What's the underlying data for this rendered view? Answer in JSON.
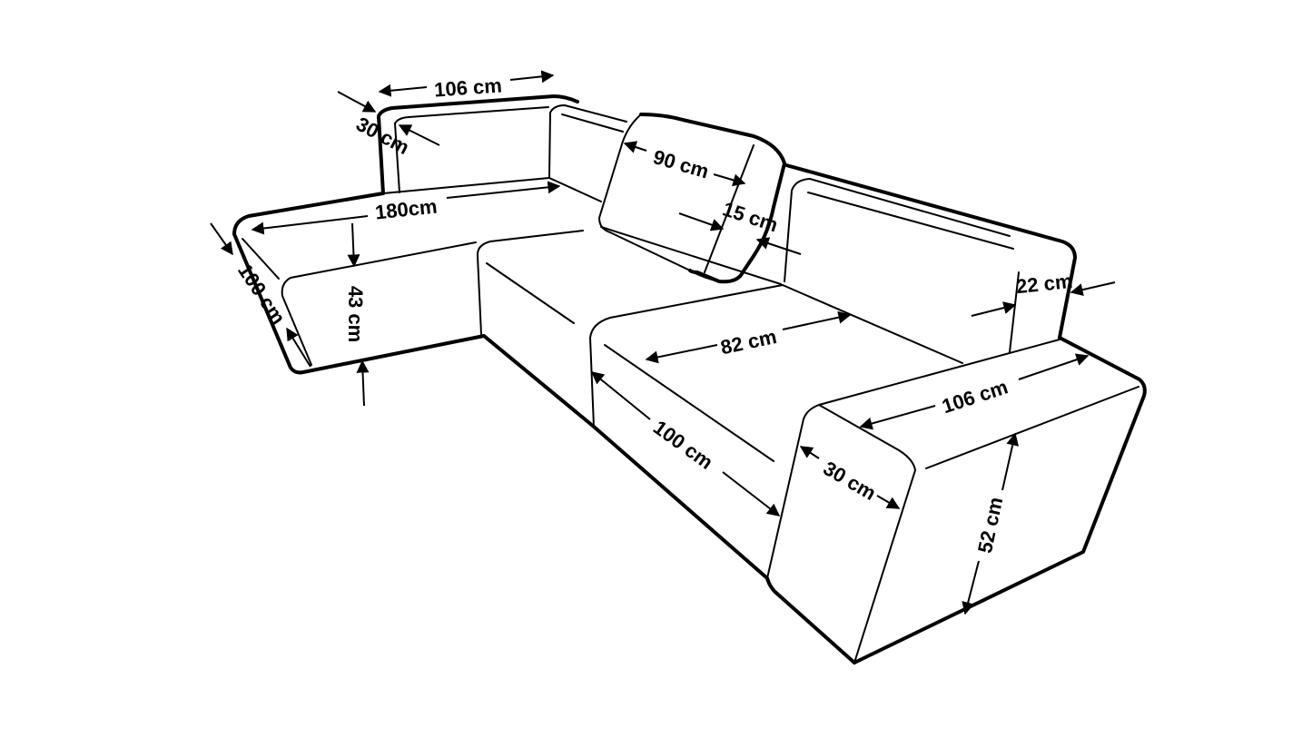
{
  "dimensions": {
    "chaise_arm_length": "106 cm",
    "chaise_arm_width": "30 cm",
    "chaise_length": "180cm",
    "chaise_depth": "100 cm",
    "seat_height": "43 cm",
    "cushion_width": "90 cm",
    "cushion_thickness": "15 cm",
    "backrest_thickness": "22 cm",
    "seat_width": "82 cm",
    "seat_depth": "100 cm",
    "arm_length": "106 cm",
    "arm_width": "30 cm",
    "arm_height": "52 cm"
  }
}
